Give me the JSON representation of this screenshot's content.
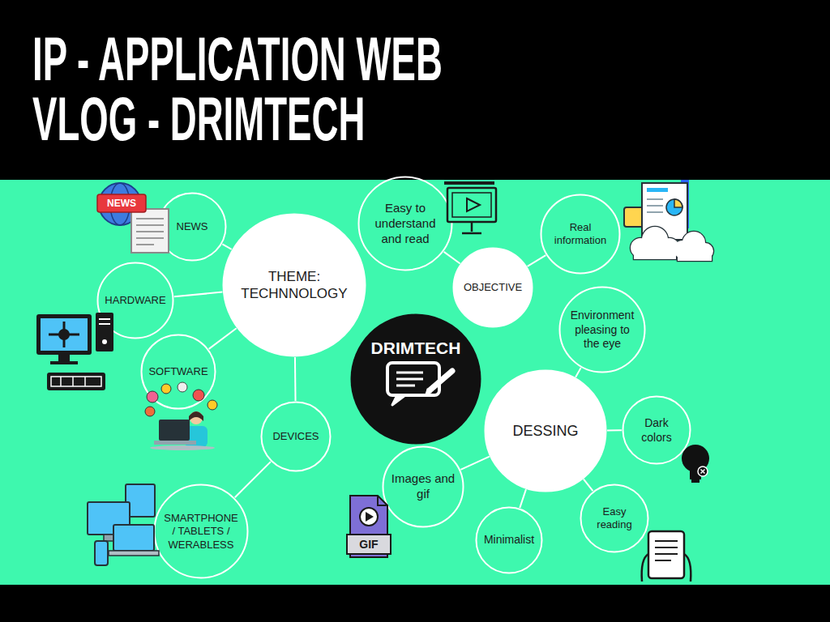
{
  "diagram": {
    "title": "IP - APPLICATION WEB VLOG - DRIMTECH",
    "nodes": [
      {
        "text": [
          "DRIMTECH"
        ]
      },
      {
        "text": [
          "THEME: TECHNNOLOGY"
        ]
      },
      {
        "text": [
          "NEWS"
        ]
      },
      {
        "text": [
          "HARDWARE"
        ]
      },
      {
        "text": [
          "SOFTWARE"
        ]
      },
      {
        "text": [
          "DEVICES"
        ]
      },
      {
        "text": [
          "SMARTPHONE / TABLETS / WERABLESS"
        ]
      },
      {
        "text": [
          "OBJECTIVE"
        ]
      },
      {
        "text": [
          "Easy to understand and read"
        ]
      },
      {
        "text": [
          "Real information"
        ]
      },
      {
        "text": [
          "DESSING"
        ]
      },
      {
        "text": [
          "Environment pleasing to the eye"
        ]
      },
      {
        "text": [
          "Dark colors"
        ]
      },
      {
        "text": [
          "Easy reading"
        ]
      },
      {
        "text": [
          "Minimalist"
        ]
      },
      {
        "text": [
          "Images and gif"
        ]
      }
    ],
    "edges": [
      {
        "from": 1,
        "to": 2,
        "arrow": "none"
      },
      {
        "from": 1,
        "to": 3,
        "arrow": "none"
      },
      {
        "from": 1,
        "to": 4,
        "arrow": "none"
      },
      {
        "from": 1,
        "to": 5,
        "arrow": "none"
      },
      {
        "from": 5,
        "to": 6,
        "arrow": "none"
      },
      {
        "from": 7,
        "to": 8,
        "arrow": "none"
      },
      {
        "from": 7,
        "to": 9,
        "arrow": "none"
      },
      {
        "from": 10,
        "to": 11,
        "arrow": "none"
      },
      {
        "from": 10,
        "to": 12,
        "arrow": "none"
      },
      {
        "from": 10,
        "to": 13,
        "arrow": "none"
      },
      {
        "from": 10,
        "to": 14,
        "arrow": "none"
      },
      {
        "from": 10,
        "to": 15,
        "arrow": "none"
      }
    ],
    "labels": [
      "NEWS",
      "GIF"
    ]
  }
}
